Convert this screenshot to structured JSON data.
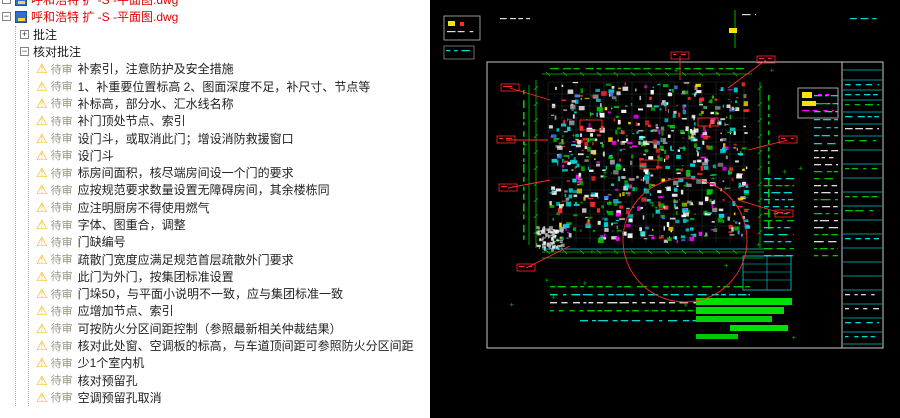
{
  "icons": {
    "warning": "⚠",
    "toggle_expanded": "−",
    "toggle_collapsed": "+"
  },
  "tree": {
    "files": [
      {
        "name": "呼和浩特 扩 -S -平面图.dwg"
      },
      {
        "name": "呼和浩特  扩  -S -平面图.dwg"
      }
    ],
    "nodes": {
      "annotations": "批注",
      "check_annotations": "核对批注"
    },
    "comment_prefix": "待审",
    "comments": [
      "补索引，注意防护及安全措施",
      "1、补重要位置标高 2、图面深度不足，补尺寸、节点等",
      "补标高，部分水、汇水线名称",
      "补门顶处节点、索引",
      "设门斗，或取消此门；增设消防救援窗口",
      "设门斗",
      "标房间面积，核尽端房间设一个门的要求",
      "应按规范要求数量设置无障碍房间，其余楼栋同",
      "应注明厨房不得使用燃气",
      "字体、图重合，调整",
      "门缺编号",
      "疏散门宽度应满足规范首层疏散外门要求",
      "此门为外门，按集团标准设置",
      "门垛50，与平面小说明不一致，应与集团标准一致",
      "应增加节点、索引",
      "可按防火分区间距控制（参照最新相关仲裁结果）",
      "核对此处窗、空调板的标高，与车道顶间距可参照防火分区间距",
      "少1个室内机",
      "核对预留孔",
      "空调预留孔取消"
    ]
  },
  "cad": {
    "background": "#000000",
    "colors": {
      "cyan": "#00d8d8",
      "green": "#00c400",
      "red": "#ff2b2b",
      "magenta": "#ff00ff",
      "yellow": "#ffe000",
      "white": "#ffffff"
    }
  }
}
